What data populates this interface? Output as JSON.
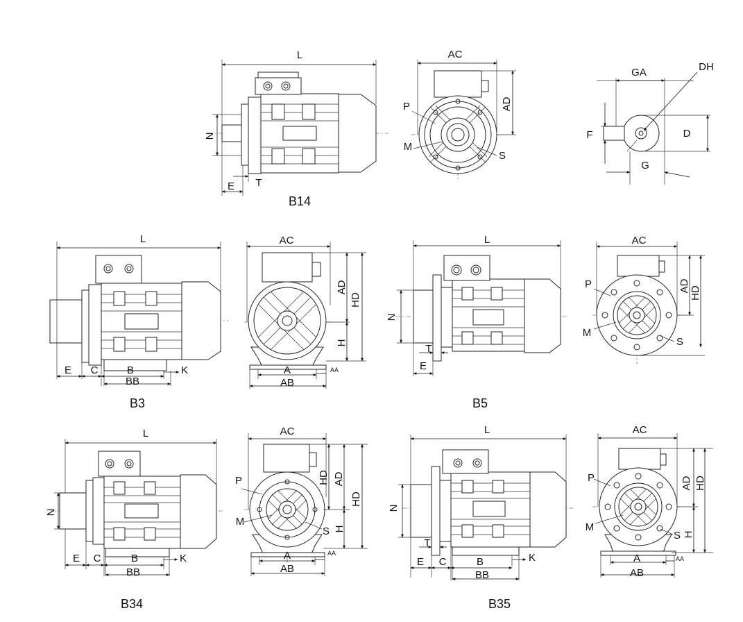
{
  "colors": {
    "ink": "#222222",
    "paper": "#ffffff"
  },
  "views": {
    "b14": {
      "caption": "B14",
      "side": {
        "L": "L",
        "N": "N",
        "E": "E",
        "T": "T"
      },
      "front": {
        "AC": "AC",
        "AD": "AD",
        "P": "P",
        "M": "M",
        "S": "S"
      },
      "shaft": {
        "GA": "GA",
        "DH": "DH",
        "F": "F",
        "D": "D",
        "G": "G"
      }
    },
    "b3": {
      "caption": "B3",
      "side": {
        "L": "L",
        "E": "E",
        "C": "C",
        "B": "B",
        "K": "K",
        "BB": "BB"
      },
      "front": {
        "AC": "AC",
        "AD": "AD",
        "HD": "HD",
        "H": "H",
        "A": "A",
        "AA": "AA",
        "AB": "AB"
      }
    },
    "b5": {
      "caption": "B5",
      "side": {
        "L": "L",
        "N": "N",
        "T": "T",
        "E": "E"
      },
      "front": {
        "AC": "AC",
        "AD": "AD",
        "HD": "HD",
        "P": "P",
        "M": "M",
        "S": "S"
      }
    },
    "b34": {
      "caption": "B34",
      "side": {
        "L": "L",
        "N": "N",
        "E": "E",
        "C": "C",
        "B": "B",
        "K": "K",
        "BB": "BB"
      },
      "front": {
        "AC": "AC",
        "HD1": "HD",
        "AD": "AD",
        "HD2": "HD",
        "P": "P",
        "M": "M",
        "S": "S",
        "H": "H",
        "A": "A",
        "AA": "AA",
        "AB": "AB"
      }
    },
    "b35": {
      "caption": "B35",
      "side": {
        "L": "L",
        "N": "N",
        "T": "T",
        "E": "E",
        "C": "C",
        "B": "B",
        "K": "K",
        "BB": "BB"
      },
      "front": {
        "AC": "AC",
        "AD": "AD",
        "HD": "HD",
        "P": "P",
        "M": "M",
        "S": "S",
        "H": "H",
        "A": "A",
        "AA": "AA",
        "AB": "AB"
      }
    }
  }
}
